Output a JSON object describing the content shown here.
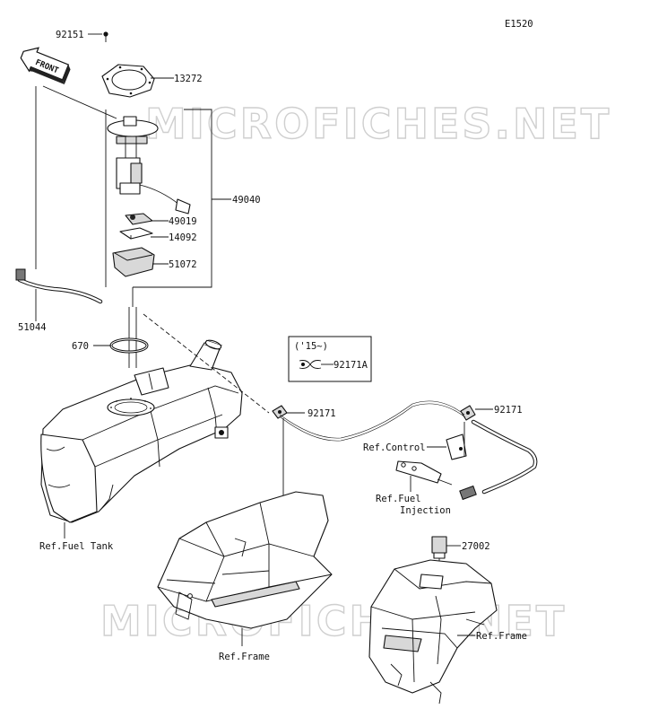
{
  "diagram_code": "E1520",
  "front_arrow_text": "FRONT",
  "watermark_text": "MICROFICHES.NET",
  "parts": {
    "p92151": "92151",
    "p13272": "13272",
    "p49040": "49040",
    "p49019": "49019",
    "p14092": "14092",
    "p51072": "51072",
    "p51044": "51044",
    "p670": "670",
    "p92171": "92171",
    "p92171b": "92171",
    "p92171A": "92171A",
    "p27002": "27002"
  },
  "inset_year": "('15~)",
  "refs": {
    "fuel_tank": "Ref.Fuel Tank",
    "frame_left": "Ref.Frame",
    "frame_right": "Ref.Frame",
    "control": "Ref.Control",
    "fuel_injection_line1": "Ref.Fuel",
    "fuel_injection_line2": "Injection"
  }
}
